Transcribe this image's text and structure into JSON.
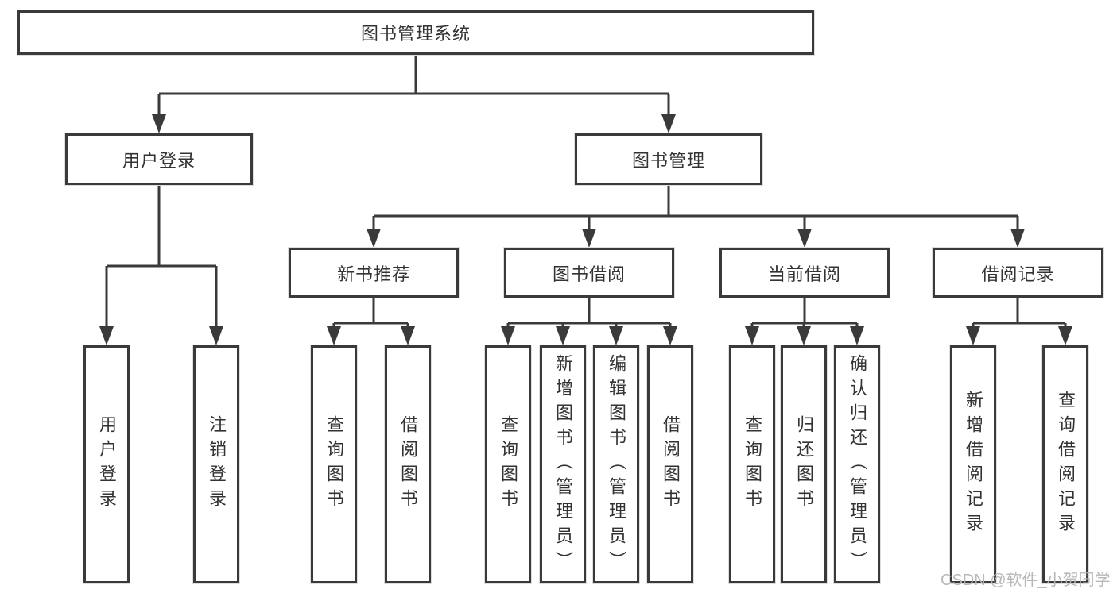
{
  "diagram": {
    "root": {
      "label": "图书管理系统"
    },
    "children": [
      {
        "label": "用户登录",
        "children": [
          {
            "label": "用户登录"
          },
          {
            "label": "注销登录"
          }
        ]
      },
      {
        "label": "图书管理",
        "children": [
          {
            "label": "新书推荐",
            "children": [
              {
                "label": "查询图书"
              },
              {
                "label": "借阅图书"
              }
            ]
          },
          {
            "label": "图书借阅",
            "children": [
              {
                "label": "查询图书"
              },
              {
                "label": "新增图书（管理员）"
              },
              {
                "label": "编辑图书（管理员）"
              },
              {
                "label": "借阅图书"
              }
            ]
          },
          {
            "label": "当前借阅",
            "children": [
              {
                "label": "查询图书"
              },
              {
                "label": "归还图书"
              },
              {
                "label": "确认归还（管理员）"
              }
            ]
          },
          {
            "label": "借阅记录",
            "children": [
              {
                "label": "新增借阅记录"
              },
              {
                "label": "查询借阅记录"
              }
            ]
          }
        ]
      }
    ]
  },
  "watermark": {
    "text": "CSDN @软件_小贺同学"
  },
  "colors": {
    "line": "#3a3a3a",
    "box_border": "#3a3a3a",
    "box_fill": "#ffffff",
    "text": "#333333",
    "background": "#ffffff",
    "watermark": "#b5b5b5"
  }
}
